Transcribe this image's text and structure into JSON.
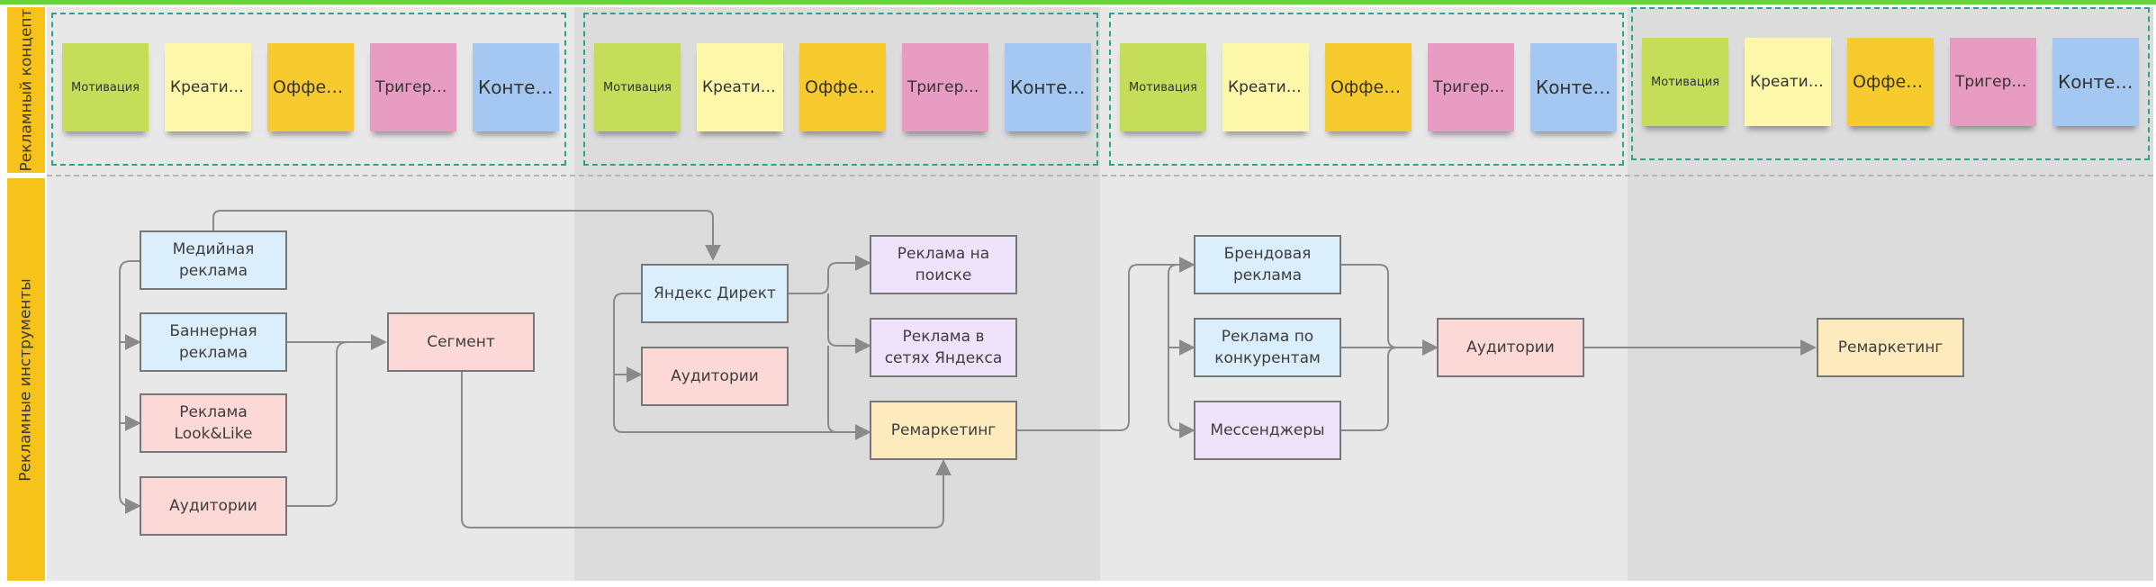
{
  "colors": {
    "strip": "#f7c31a",
    "top_line": "#6bd33b",
    "sticky_green": "#c5dd58",
    "sticky_yellow": "#fdf7a9",
    "sticky_orange": "#f7cb2d",
    "sticky_pink": "#e99cc1",
    "sticky_blue": "#a5c8f2",
    "group_border": "#2aa58a",
    "edge": "#8a8a8a"
  },
  "rows": {
    "top_label": "Рекламный концепт",
    "bottom_label": "Рекламные инструменты"
  },
  "sticky_groups": [
    {
      "items": [
        {
          "label": "Мотивация",
          "color": "green"
        },
        {
          "label": "Креативы",
          "color": "yellow"
        },
        {
          "label": "Оффер...",
          "color": "orange"
        },
        {
          "label": "Тригерры",
          "color": "pink"
        },
        {
          "label": "Контент",
          "color": "blue"
        }
      ]
    },
    {
      "items": [
        {
          "label": "Мотивация",
          "color": "green"
        },
        {
          "label": "Креативы",
          "color": "yellow"
        },
        {
          "label": "Оффер...",
          "color": "orange"
        },
        {
          "label": "Тригерры",
          "color": "pink"
        },
        {
          "label": "Контент",
          "color": "blue"
        }
      ]
    },
    {
      "items": [
        {
          "label": "Мотивация",
          "color": "green"
        },
        {
          "label": "Креативы",
          "color": "yellow"
        },
        {
          "label": "Оффер...",
          "color": "orange"
        },
        {
          "label": "Тригерры",
          "color": "pink"
        },
        {
          "label": "Контент",
          "color": "blue"
        }
      ]
    },
    {
      "items": [
        {
          "label": "Мотивация",
          "color": "green"
        },
        {
          "label": "Креативы",
          "color": "yellow"
        },
        {
          "label": "Оффер...",
          "color": "orange"
        },
        {
          "label": "Тригерры",
          "color": "pink"
        },
        {
          "label": "Контент",
          "color": "blue"
        }
      ]
    }
  ],
  "nodes": {
    "media": "Медийная реклама",
    "banner": "Баннерная реклама",
    "looklike": "Реклама Look&Like",
    "aud1": "Аудитории",
    "segment": "Сегмент",
    "yandex_direct": "Яндекс Директ",
    "aud2": "Аудитории",
    "search_ads": "Реклама на поиске",
    "network_ads": "Реклама в сетях Яндекса",
    "remarketing1": "Ремаркетинг",
    "brand_ads": "Брендовая реклама",
    "competitor_ads": "Реклама по конкурентам",
    "messengers": "Мессенджеры",
    "aud3": "Аудитории",
    "remarketing2": "Ремаркетинг"
  }
}
